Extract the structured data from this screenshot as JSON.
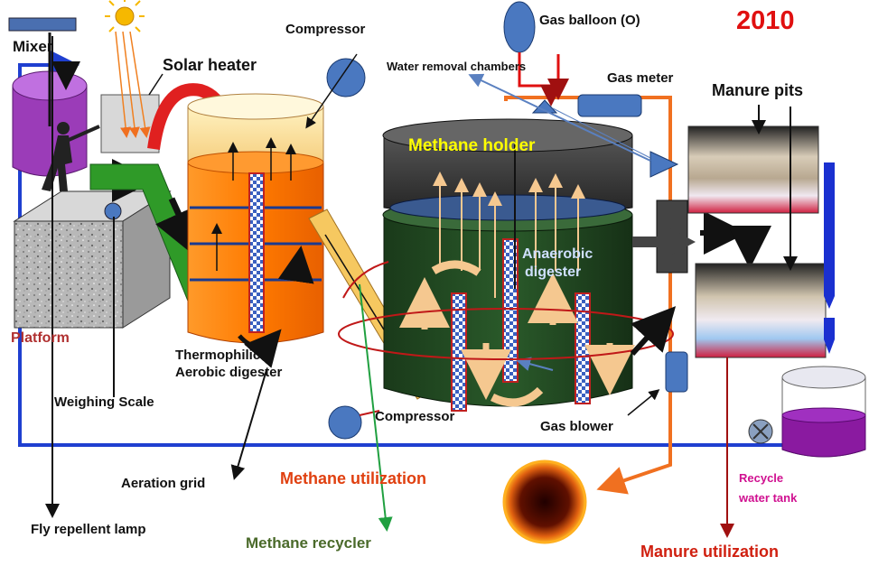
{
  "year": "2010",
  "labels": {
    "mixer": "Mixer",
    "solar_heater": "Solar heater",
    "compressor_top": "Compressor",
    "gas_balloon": "Gas balloon (O)",
    "water_removal": "Water removal chambers",
    "gas_meter": "Gas meter",
    "manure_pits": "Manure pits",
    "methane_holder": "Methane holder",
    "anaerobic_line1": "Anaerobic",
    "anaerobic_line2": "digester",
    "platform": "Platform",
    "thermophilic_line1": "Thermophilic",
    "thermophilic_line2": "Aerobic  digester",
    "weighing_scale": "Weighing Scale",
    "compressor_bottom": "Compressor",
    "gas_blower": "Gas blower",
    "aeration_grid": "Aeration grid",
    "methane_utilization": "Methane utilization",
    "recycle_line1": "Recycle",
    "recycle_line2": "water tank",
    "fly_repellent_lamp": "Fly repellent lamp",
    "methane_recycler": "Methane recycler",
    "manure_utilization": "Manure utilization"
  },
  "colors": {
    "year": "#e01010",
    "platform": "#b03030",
    "methane_utilization": "#e04010",
    "methane_recycler": "#4a6a2a",
    "manure_utilization": "#d02010",
    "recycle": "#d01090",
    "methane_holder_text": "#ffff00",
    "anaerobic_text": "#cfe0ff",
    "pipe_blue": "#1f3fd0",
    "pipe_orange": "#f07020"
  },
  "icons": [
    "sun-icon",
    "compressor-icon",
    "gas-balloon-icon",
    "gas-meter-icon",
    "gas-blower-icon",
    "valve-icon",
    "flame-icon",
    "worker-icon"
  ]
}
